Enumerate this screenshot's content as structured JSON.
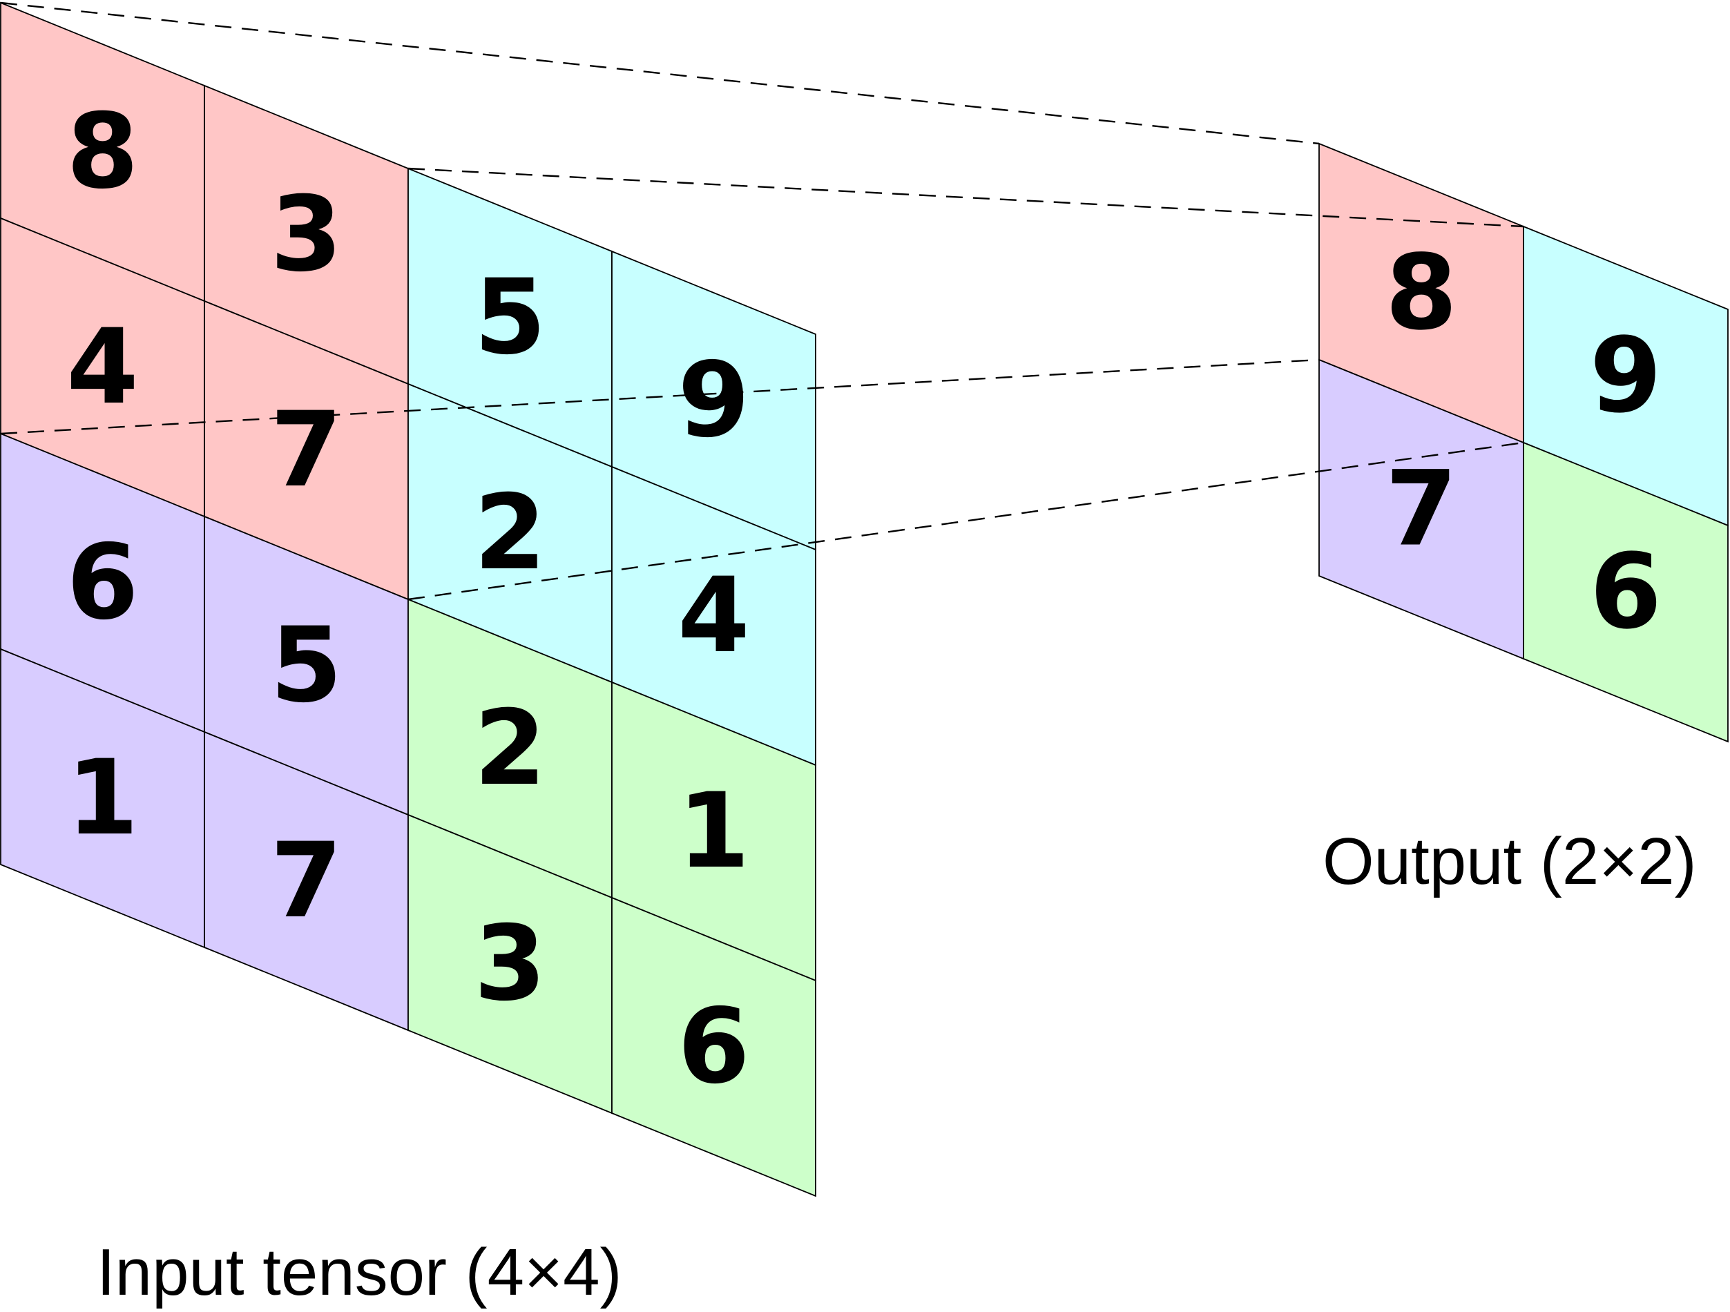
{
  "input": {
    "label": "Input tensor (4×4)",
    "values": [
      [
        8,
        3,
        5,
        9
      ],
      [
        4,
        7,
        2,
        4
      ],
      [
        6,
        5,
        2,
        1
      ],
      [
        1,
        7,
        3,
        6
      ]
    ]
  },
  "output": {
    "label": "Output (2×2)",
    "values": [
      [
        8,
        9
      ],
      [
        7,
        6
      ]
    ]
  },
  "colors": {
    "top_left": "#ffc6c6",
    "top_right": "#c8ffff",
    "bottom_left": "#d8ccff",
    "bottom_right": "#cdffca"
  }
}
